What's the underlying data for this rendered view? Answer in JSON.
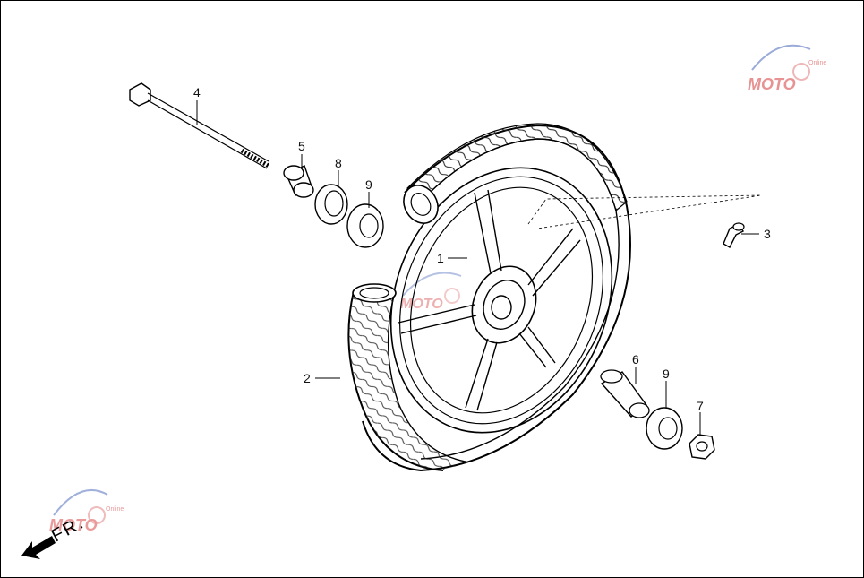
{
  "diagram": {
    "callouts": [
      {
        "id": "1",
        "part": "wheel-rim"
      },
      {
        "id": "2",
        "part": "tire"
      },
      {
        "id": "3",
        "part": "valve"
      },
      {
        "id": "4",
        "part": "axle-bolt"
      },
      {
        "id": "5",
        "part": "collar"
      },
      {
        "id": "6",
        "part": "spacer"
      },
      {
        "id": "7",
        "part": "nut"
      },
      {
        "id": "8",
        "part": "oil-seal"
      },
      {
        "id": "9a",
        "part": "bearing-left",
        "label": "9"
      },
      {
        "id": "9b",
        "part": "bearing-right",
        "label": "9"
      }
    ],
    "direction_label": "FR.",
    "watermark": {
      "text": "MOTO",
      "sub": "Online"
    }
  }
}
